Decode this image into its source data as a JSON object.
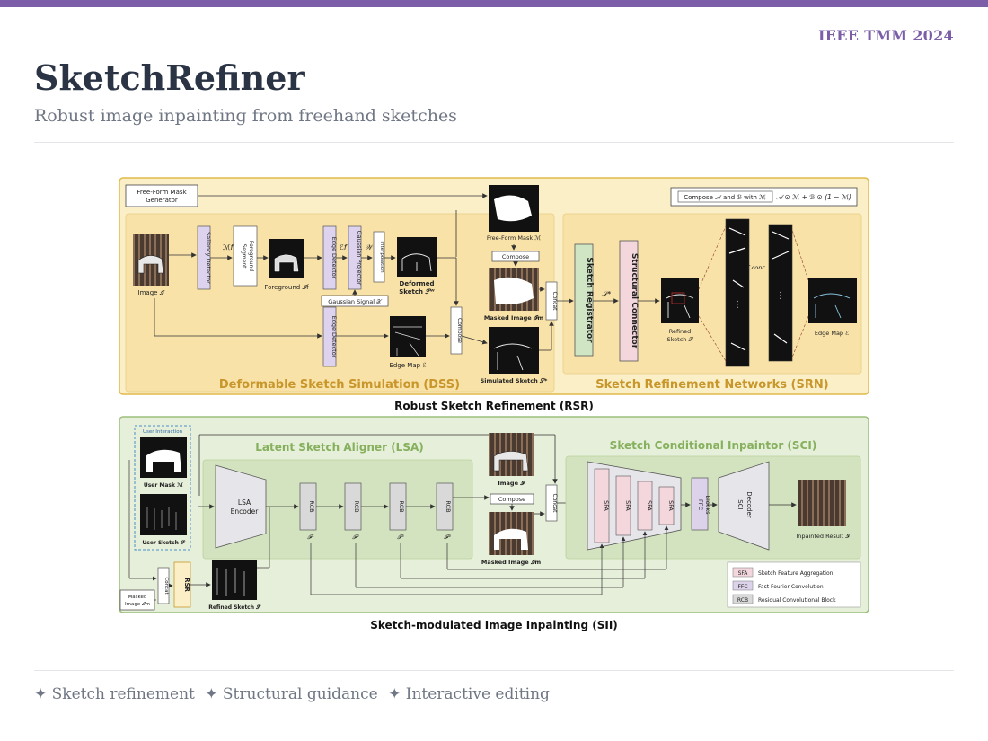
{
  "header": {
    "venue": "IEEE TMM 2024",
    "title": "SketchRefiner",
    "subtitle": "Robust image inpainting from freehand sketches"
  },
  "footer": {
    "items": [
      "✦ Sketch refinement",
      "✦ Structural guidance",
      "✦ Interactive editing"
    ]
  },
  "figure": {
    "rsr": {
      "caption": "Robust Sketch Refinement (RSR)",
      "free_form_mask_generator": [
        "Free-Form Mask",
        "Generator"
      ],
      "compose_formula_label": "Compose 𝒜 and ℬ with ℳ",
      "compose_formula": "𝒜 ⊙ ℳ + ℬ ⊙ (1 − ℳ)",
      "dss_title": "Deformable Sketch Simulation (DSS)",
      "srn_title": "Sketch Refinement Networks (SRN)",
      "image_label": "Image 𝓘",
      "saliency_detector": "Saliency Detector",
      "segment_foreground": [
        "Segment",
        "Foreground"
      ],
      "m_f": "ℳf",
      "foreground_label": "Foreground 𝓘f",
      "edge_detector": "Edge Detector",
      "e_f": "ℰf",
      "gaussian_projector": "Gaussian Projector",
      "w": "𝒲",
      "interpolation": "Interpolation",
      "deformed_sketch": [
        "Deformed",
        "Sketch 𝒮ᵂ"
      ],
      "gaussian_signal": "Gaussian Signal 𝒳",
      "edge_detector2": "Edge Detector",
      "edge_map": "Edge Map ℰ",
      "compose_vertical": "Compose",
      "free_form_mask": "Free-Form Mask ℳ",
      "compose": "Compose",
      "masked_image": "Masked Image 𝓘m",
      "simulated_sketch": "Simulated Sketch 𝒮*",
      "concat": "Concat",
      "sketch_registrator": "Sketch Registrator",
      "s_star": "𝒮*",
      "structural_connector": "Structural Connector",
      "refined_sketch": [
        "Refined",
        "Sketch 𝒮̂"
      ],
      "l_conc": "ℒconc",
      "edge_map_out": "Edge Map ℰ"
    },
    "sii": {
      "caption": "Sketch-modulated Image Inpainting (SII)",
      "user_interaction": "User Interaction",
      "user_mask": "User Mask ℳ",
      "user_sketch": "User Sketch 𝒮",
      "lsa_title": "Latent Sketch Aligner (LSA)",
      "lsa_encoder": [
        "LSA",
        "Encoder"
      ],
      "rcb": "RCB",
      "f_labels": [
        "𝓕¹",
        "𝓕²",
        "𝓕³",
        "𝓕⁴"
      ],
      "image": "Image 𝓘",
      "compose": "Compose",
      "masked_image": "Masked Image 𝓘m",
      "concat": "Concat",
      "concat2": "Concat",
      "sci_title": "Sketch Conditional Inpaintor (SCI)",
      "sfa": "SFA",
      "ffc": [
        "FFC",
        "Blocks"
      ],
      "sci_decoder": [
        "SCI",
        "Decoder"
      ],
      "inpainted_result": "Inpainted Result 𝓘̂",
      "rsr": "RSR",
      "masked_input": [
        "Masked",
        "Image 𝓘m"
      ],
      "refined_sketch": "Refined Sketch 𝒮̂",
      "legend": [
        {
          "abbr": "SFA",
          "text": "Sketch Feature Aggregation",
          "color": "#f3d7dd"
        },
        {
          "abbr": "FFC",
          "text": "Fast Fourier Convolution",
          "color": "#dcd3ea"
        },
        {
          "abbr": "RCB",
          "text": "Residual Convolutional Block",
          "color": "#d9d9d9"
        }
      ]
    }
  },
  "colors": {
    "accent": "#7b5ea7",
    "rsr_bg": "#fbefc8",
    "rsr_border": "#e2b94a",
    "sii_bg": "#e6efd9",
    "sii_border": "#9cbf7c",
    "dss_title": "#c8962a",
    "sci_title": "#86b05e"
  }
}
